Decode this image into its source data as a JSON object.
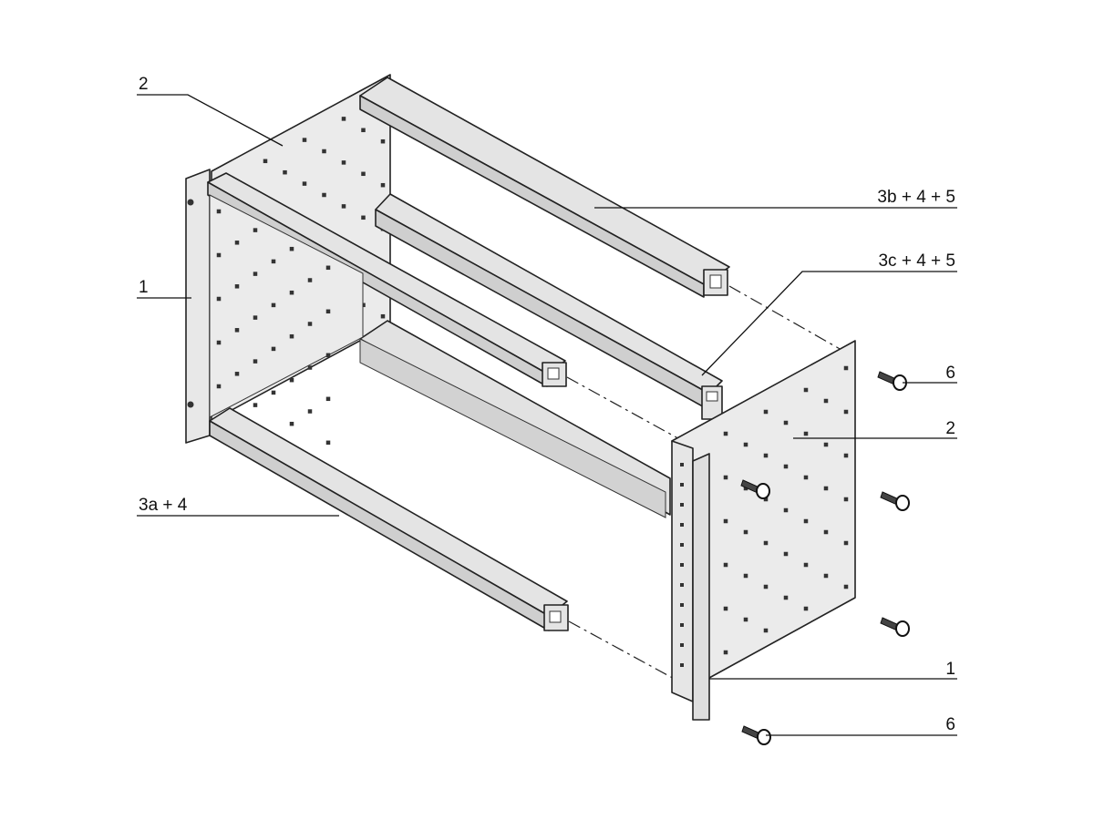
{
  "colors": {
    "panel_fill": "#ebebeb",
    "rail_fill": "#e4e4e4",
    "rail_shade": "#c8c8c8",
    "hole_fill": "#333333",
    "line": "#222222",
    "background": "#ffffff"
  },
  "labels": {
    "side_panel_rear": "2",
    "front_flange_left": "1",
    "rail_top": "3b + 4 + 5",
    "rail_middle": "3c + 4 + 5",
    "rail_bottom": "3a + 4",
    "screw_top": "6",
    "side_panel_front": "2",
    "front_flange_right": "1",
    "screw_bottom": "6"
  },
  "icons": {
    "screw": "screw-icon"
  }
}
